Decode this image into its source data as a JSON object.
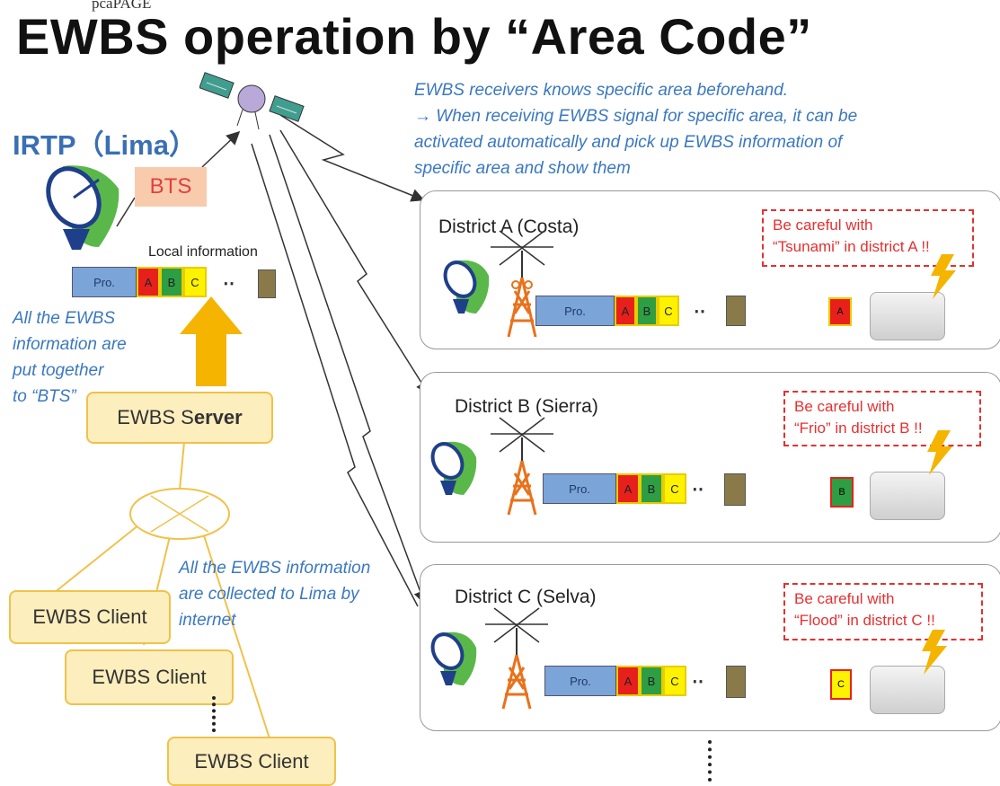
{
  "header": {
    "fragment": "pcaPAGE",
    "title": "EWBS operation by “Area Code”"
  },
  "broadcaster": {
    "label": "IRTP（Lima）",
    "bts_label": "BTS",
    "local_info_label": "Local information"
  },
  "strip": {
    "pro": "Pro.",
    "a": "A",
    "b": "B",
    "c": "C",
    "dots": "‥"
  },
  "notes": {
    "receivers": [
      "EWBS receivers knows specific area beforehand.",
      "→ When receiving EWBS signal for specific area, it can be",
      "activated automatically and pick up EWBS information of",
      "specific area and show them"
    ],
    "together": [
      "All the EWBS",
      "information are",
      " put together",
      "to “BTS”"
    ],
    "internet": [
      "All the EWBS information",
      "are collected to Lima by",
      "internet"
    ]
  },
  "server": {
    "label_part1": "EWBS S",
    "label_part2": "erver"
  },
  "clients": [
    "EWBS Client",
    "EWBS Client",
    "EWBS Client"
  ],
  "districts": [
    {
      "name": "District A (Costa)",
      "warning_line1": "Be careful with",
      "warning_line2": "“Tsunami” in district A !!",
      "code": "A"
    },
    {
      "name": "District B (Sierra)",
      "warning_line1": "Be careful with",
      "warning_line2": "“Frio” in district B !!",
      "code": "B"
    },
    {
      "name": "District C (Selva)",
      "warning_line1": "Be careful with",
      "warning_line2": "“Flood” in district C !!",
      "code": "C"
    }
  ],
  "colors": {
    "accent_blue": "#3a78c0",
    "warning_red": "#e53030",
    "area_a": "#e8201c",
    "area_b": "#2e9e44",
    "area_c": "#fff200",
    "pro_blue": "#7ba4d9",
    "arrow_orange": "#f4b400"
  },
  "icons": {
    "satellite": "satellite-icon",
    "dish": "satellite-dish-icon",
    "tower": "antenna-tower-icon",
    "radio": "ewbs-receiver-icon",
    "alert": "lightning-alert-icon"
  }
}
